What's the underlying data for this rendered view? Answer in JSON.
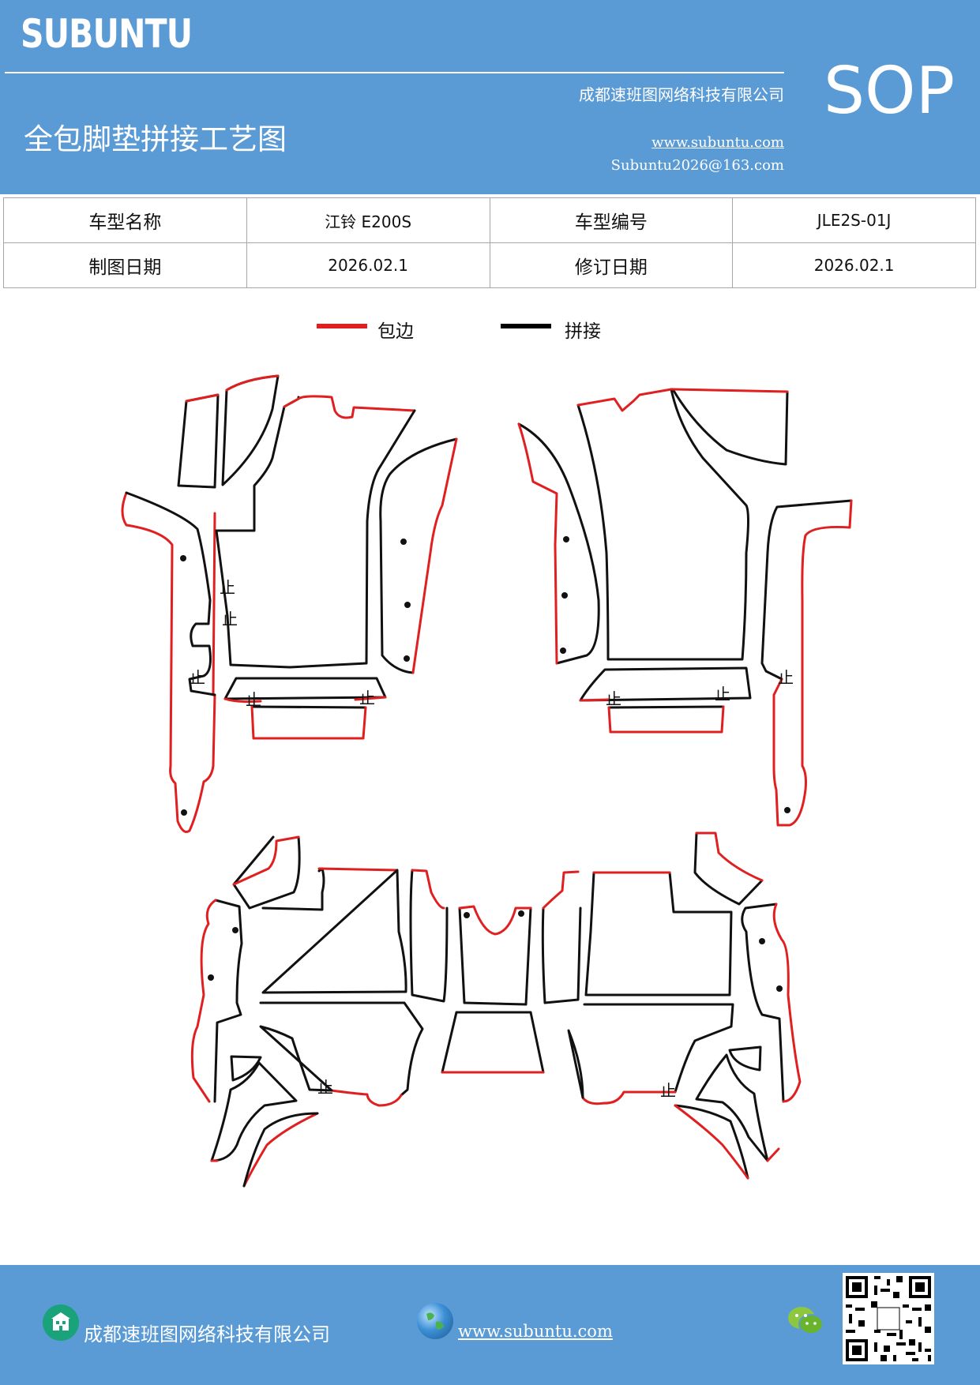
{
  "header": {
    "brand": "SUBUNTU",
    "company": "成都速班图网络科技有限公司",
    "title": "全包脚垫拼接工艺图",
    "website": "www.subuntu.com",
    "email": "Subuntu2026@163.com",
    "badge": "SOP",
    "bg_color": "#5b9bd5"
  },
  "info_table": {
    "rows": [
      {
        "label1": "车型名称",
        "value1": "江铃 E200S",
        "label2": "车型编号",
        "value2": "JLE2S-01J"
      },
      {
        "label1": "制图日期",
        "value1": "2026.02.1",
        "label2": "修订日期",
        "value2": "2026.02.1"
      }
    ]
  },
  "legend": {
    "edge": {
      "label": "包边",
      "color": "#e02020"
    },
    "seam": {
      "label": "拼接",
      "color": "#000000"
    }
  },
  "diagram": {
    "seam_mark": "止"
  },
  "footer": {
    "company": "成都速班图网络科技有限公司",
    "website": "www.subuntu.com",
    "icons": [
      "building-icon",
      "globe-icon",
      "wechat-icon",
      "qr-code"
    ]
  }
}
